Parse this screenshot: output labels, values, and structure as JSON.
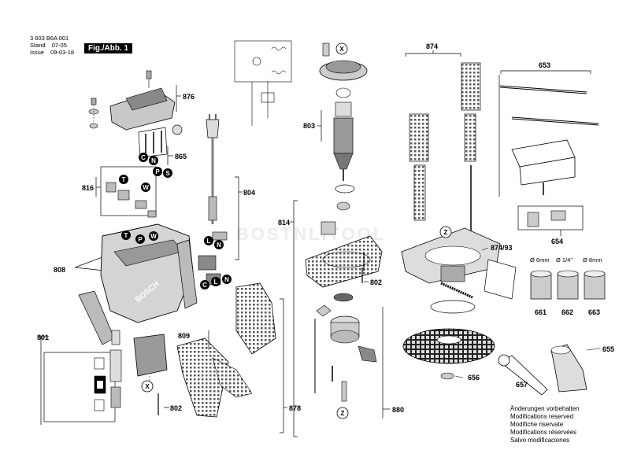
{
  "header": {
    "doc_number": "3 603 B6A 001",
    "stand_label": "Stand",
    "stand_value": "07-05",
    "issue_label": "Issue",
    "issue_value": "09-03-18",
    "figure_label": "Fig./Abb. 1"
  },
  "watermark": "BOSTNLITOOL",
  "part_numbers": {
    "p876": "876",
    "p865": "865",
    "p816": "816",
    "p804": "804",
    "p808": "808",
    "p809": "809",
    "p801": "801",
    "p802a": "802",
    "p802b": "802",
    "p878": "878",
    "p874": "874",
    "p803": "803",
    "p814": "814",
    "p880": "880",
    "p874_93": "874/93",
    "p653": "653",
    "p654": "654",
    "p656": "656",
    "p661": "661",
    "p662": "662",
    "p663": "663",
    "p655": "655",
    "p657": "657"
  },
  "letters": [
    "C",
    "N",
    "P",
    "S",
    "T",
    "W",
    "T",
    "P",
    "W",
    "L",
    "N",
    "C",
    "L",
    "N",
    "X",
    "X",
    "Z",
    "Z"
  ],
  "collet_sizes": [
    "Ø 6mm",
    "Ø 1/4\"",
    "Ø 8mm"
  ],
  "notice_lines": [
    "Änderungen vorbehalten",
    "Modifications reserved",
    "Modifiche riservate",
    "Modifications réservées",
    "Salvo modificaciones"
  ]
}
